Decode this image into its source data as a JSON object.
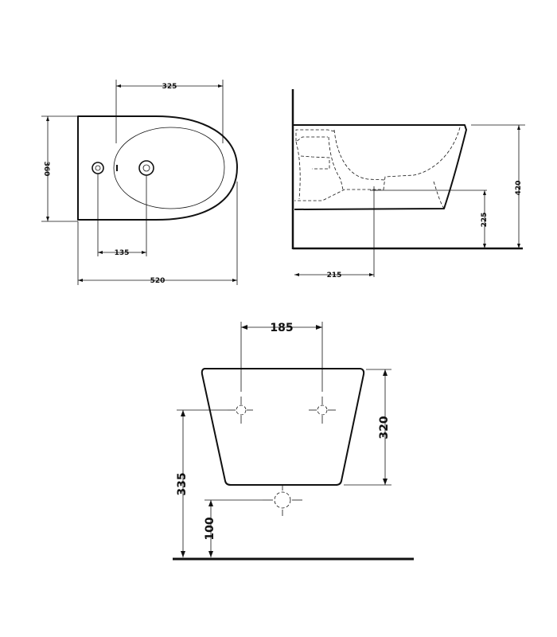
{
  "top_view": {
    "dim_width_top": "325",
    "dim_depth_left": "360",
    "dim_hole_spacing": "135",
    "dim_overall_length": "520"
  },
  "side_view": {
    "dim_total_height": "420",
    "dim_outlet_height": "225",
    "dim_outlet_distance": "215"
  },
  "rear_view": {
    "dim_bolt_spacing": "185",
    "dim_bowl_height": "320",
    "dim_bolt_height": "335",
    "dim_outlet_height": "100"
  }
}
